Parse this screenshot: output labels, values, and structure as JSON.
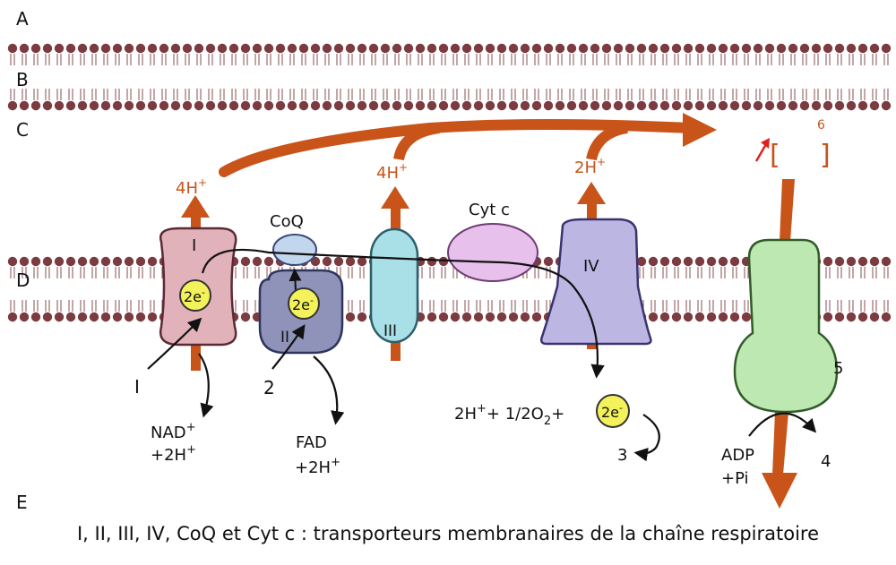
{
  "colors": {
    "lipid_head": "#7b3b40",
    "proton_arrow": "#c8541a",
    "complex_I": "#e2b2bb",
    "complex_II": "#8f93b9",
    "coq": "#c2d6ee",
    "complex_III": "#a9dfe6",
    "cyt_c": "#e8c0ec",
    "complex_IV": "#bcb6e3",
    "atp_synthase": "#bde8b1",
    "electron": "#f4f25a",
    "red_arrow": "#e02020"
  },
  "zones": {
    "a": "A",
    "b": "B",
    "c": "C",
    "d": "D",
    "e": "E"
  },
  "complexes": {
    "I": "I",
    "II": "II",
    "III": "III",
    "IV": "IV",
    "coq": "CoQ",
    "cyt_c": "Cyt c",
    "atp_synthase_num": "5"
  },
  "electron_label": "2e",
  "electron_sup": "-",
  "protons": {
    "p1": "4H",
    "p1_sup": "+",
    "p2": "4H",
    "p2_sup": "+",
    "p3": "2H",
    "p3_sup": "+"
  },
  "labels": {
    "n1": "I",
    "n2": "2",
    "n3": "3",
    "n4": "4",
    "n6": "6",
    "nad": "NAD",
    "nad_sup": "+",
    "nad_h": "+2H",
    "nad_h_sup": "+",
    "fad": "FAD",
    "fad_h": "+2H",
    "fad_h_sup": "+",
    "oxygen_a": "2H",
    "oxygen_a_sup": "+",
    "oxygen_b": "+ 1/2O",
    "oxygen_b_sub": "2",
    "oxygen_c": "+",
    "adp": "ADP",
    "pi": "+Pi",
    "bracket_open": "[",
    "bracket_close": "]"
  },
  "caption": "I, II, III, IV, CoQ et Cyt c : transporteurs membranaires de la chaîne respiratoire"
}
